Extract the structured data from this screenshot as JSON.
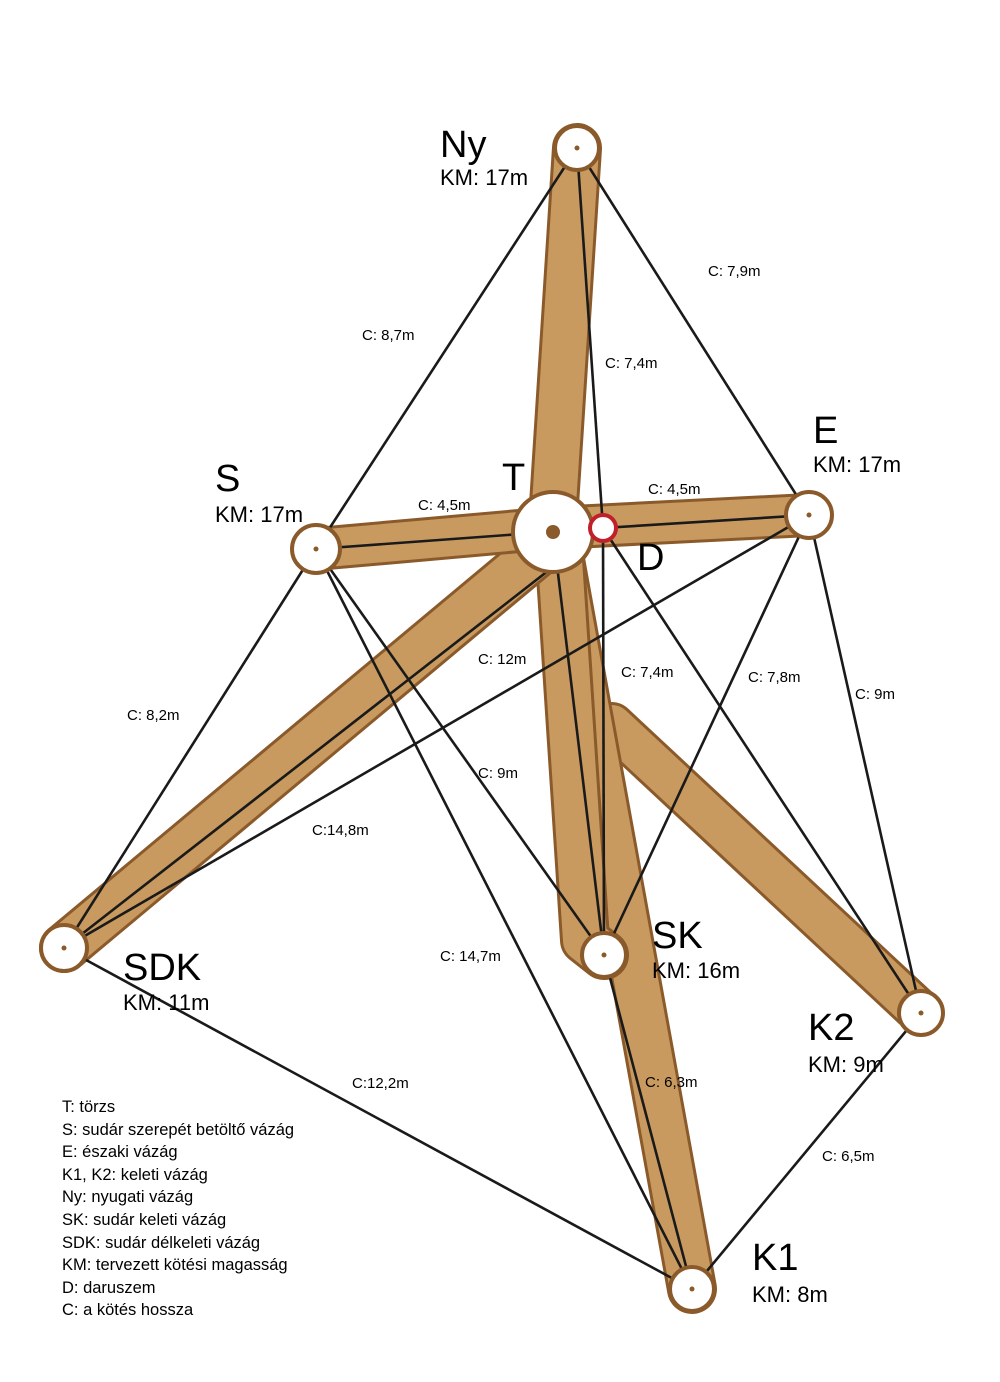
{
  "colors": {
    "branch_fill": "#c89a60",
    "branch_edge": "#8b5a2b",
    "cable": "#1a1a1a",
    "crane_point": "#c0202a",
    "node_fill": "#ffffff"
  },
  "nodes": [
    {
      "id": "Ny",
      "name": "Ny",
      "km": "KM: 17m"
    },
    {
      "id": "S",
      "name": "S",
      "km": "KM: 17m"
    },
    {
      "id": "T",
      "name": "T",
      "km": null
    },
    {
      "id": "D",
      "name": "D",
      "km": null
    },
    {
      "id": "E",
      "name": "E",
      "km": "KM: 17m"
    },
    {
      "id": "SDK",
      "name": "SDK",
      "km": "KM: 11m"
    },
    {
      "id": "SK",
      "name": "SK",
      "km": "KM: 16m"
    },
    {
      "id": "K2",
      "name": "K2",
      "km": "KM: 9m"
    },
    {
      "id": "K1",
      "name": "K1",
      "km": "KM: 8m"
    }
  ],
  "cables": [
    {
      "from": "Ny",
      "to": "S",
      "label": "C: 8,7m"
    },
    {
      "from": "Ny",
      "to": "E",
      "label": "C: 7,9m"
    },
    {
      "from": "Ny",
      "to": "D",
      "label": "C: 7,4m"
    },
    {
      "from": "S",
      "to": "D",
      "label": "C: 4,5m"
    },
    {
      "from": "D",
      "to": "E",
      "label": "C: 4,5m"
    },
    {
      "from": "D",
      "to": "SDK",
      "label": "C: 12m"
    },
    {
      "from": "D",
      "to": "SK",
      "label": "C: 7,4m"
    },
    {
      "from": "E",
      "to": "SK",
      "label": "C: 7,8m"
    },
    {
      "from": "E",
      "to": "K2",
      "label": "C: 9m"
    },
    {
      "from": "S",
      "to": "SDK",
      "label": "C: 8,2m"
    },
    {
      "from": "S",
      "to": "SK",
      "label": "C: 9m"
    },
    {
      "from": "E",
      "to": "SDK",
      "label": "C:14,8m"
    },
    {
      "from": "S",
      "to": "K1",
      "label": "C: 14,7m"
    },
    {
      "from": "SDK",
      "to": "K1",
      "label": "C:12,2m"
    },
    {
      "from": "SK",
      "to": "K1",
      "label": "C: 6,3m"
    },
    {
      "from": "K2",
      "to": "K1",
      "label": "C: 6,5m"
    },
    {
      "from": "D",
      "to": "K2",
      "label": null
    },
    {
      "from": "T",
      "to": "SK",
      "label": null
    }
  ],
  "legend": [
    "T: törzs",
    "S: sudár szerepét betöltő vázág",
    "E: északi vázág",
    "K1, K2: keleti vázág",
    "Ny: nyugati vázág",
    "SK: sudár keleti vázág",
    "SDK: sudár délkeleti vázág",
    "KM: tervezett kötési magasság",
    "D: daruszem",
    "C: a kötés hossza"
  ]
}
